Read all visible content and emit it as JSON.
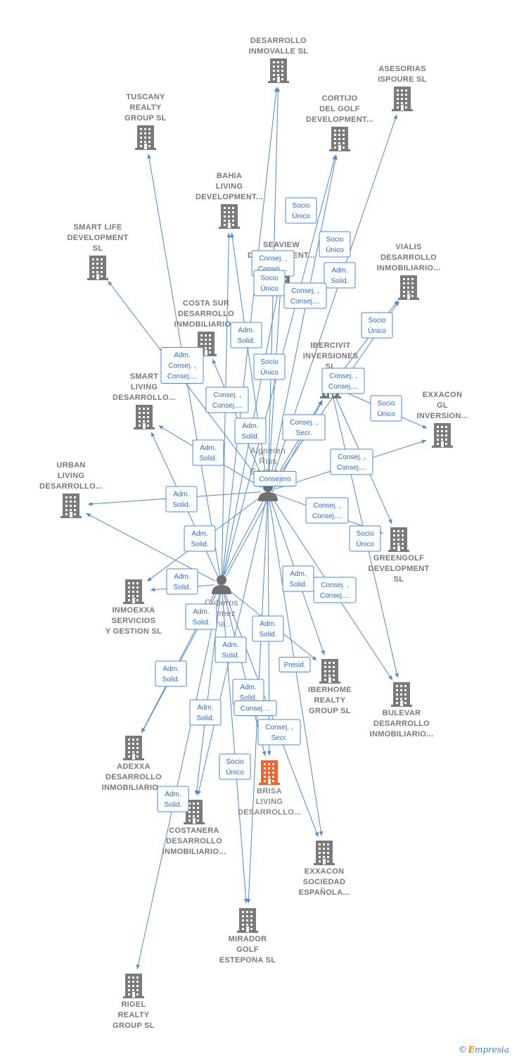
{
  "colors": {
    "edge": "#4a8ad8",
    "company_icon": "#7a7a7a",
    "focus_icon": "#f0622e",
    "person_icon": "#6f6f6f",
    "label": "#777777",
    "rel_text": "#2b6cc8"
  },
  "icons": {
    "company": "building-icon",
    "focus": "building-icon-highlighted",
    "person": "person-icon"
  },
  "nodes": [
    {
      "id": "inmovalle",
      "type": "company",
      "label": [
        "DESARROLLO",
        "INMOVALLE SL"
      ]
    },
    {
      "id": "ispoure",
      "type": "company",
      "label": [
        "ASESORIAS",
        "ISPOURE SL"
      ]
    },
    {
      "id": "tuscany",
      "type": "company",
      "label": [
        "TUSCANY",
        "REALTY",
        "GROUP SL"
      ]
    },
    {
      "id": "cortijo",
      "type": "company",
      "label": [
        "CORTIJO",
        "DEL GOLF",
        "DEVELOPMENT..."
      ]
    },
    {
      "id": "bahia",
      "type": "company",
      "label": [
        "BAHIA",
        "LIVING",
        "DEVELOPMENT..."
      ]
    },
    {
      "id": "smartlife",
      "type": "company",
      "label": [
        "SMART LIFE",
        "DEVELOPMENT",
        "SL"
      ]
    },
    {
      "id": "seaview",
      "type": "company",
      "label": [
        "SEAVIEW",
        "DEVELOPMENT..."
      ]
    },
    {
      "id": "vialis",
      "type": "company",
      "label": [
        "VIALIS",
        "DESARROLLO",
        "INMOBILIARIO..."
      ]
    },
    {
      "id": "costasur",
      "type": "company",
      "label": [
        "COSTA SUR",
        "DESARROLLO",
        "INMOBILIARIO..."
      ]
    },
    {
      "id": "ibercivit",
      "type": "company",
      "label": [
        "IBERCIVIT",
        "INVERSIONES",
        "SL"
      ]
    },
    {
      "id": "smartliving",
      "type": "company",
      "label": [
        "SMART",
        "LIVING",
        "DESARROLLO..."
      ]
    },
    {
      "id": "exxaconGl",
      "type": "company",
      "label": [
        "EXXACON",
        "GL",
        "INVERSION..."
      ]
    },
    {
      "id": "urban",
      "type": "company",
      "label": [
        "URBAN",
        "LIVING",
        "DESARROLLO..."
      ]
    },
    {
      "id": "greengolf",
      "type": "company",
      "label": [
        "GREENGOLF",
        "DEVELOPMENT",
        "SL"
      ]
    },
    {
      "id": "inmoexxa",
      "type": "company",
      "label": [
        "INMOEXXA",
        "SERVICIOS",
        "Y GESTION SL"
      ]
    },
    {
      "id": "iberhome",
      "type": "company",
      "label": [
        "IBERHOME",
        "REALTY",
        "GROUP SL"
      ]
    },
    {
      "id": "bulevar",
      "type": "company",
      "label": [
        "BULEVAR",
        "DESARROLLO",
        "INMOBILIARIO..."
      ]
    },
    {
      "id": "adexxa",
      "type": "company",
      "label": [
        "ADEXXA",
        "DESARROLLO",
        "INMOBILIARIO..."
      ]
    },
    {
      "id": "brisa",
      "type": "focus",
      "label": [
        "BRISA",
        "LIVING",
        "DESARROLLO..."
      ]
    },
    {
      "id": "costanera",
      "type": "company",
      "label": [
        "COSTANERA",
        "DESARROLLO",
        "INMOBILIARIO..."
      ]
    },
    {
      "id": "exxaconSoc",
      "type": "company",
      "label": [
        "EXXACON",
        "SOCIEDAD",
        "ESPAÑOLA..."
      ]
    },
    {
      "id": "mirador",
      "type": "company",
      "label": [
        "MIRADOR",
        "GOLF",
        "ESTEPONA SL"
      ]
    },
    {
      "id": "rigel",
      "type": "company",
      "label": [
        "RIGEL",
        "REALTY",
        "GROUP SL"
      ]
    },
    {
      "id": "aigneren",
      "type": "person",
      "label": [
        "Aigneren",
        "Rios",
        "Gaston..."
      ]
    },
    {
      "id": "cuberos",
      "type": "person",
      "label": [
        "Cuberos",
        "Gomez",
        "Ana..."
      ]
    }
  ],
  "relations": [
    {
      "text": [
        "Socio",
        "Único"
      ]
    },
    {
      "text": [
        "Socio",
        "Único"
      ]
    },
    {
      "text": [
        "Adm.",
        "Solid."
      ]
    },
    {
      "text": [
        "Consej. ,",
        "Consej...."
      ]
    },
    {
      "text": [
        "Socio",
        "Único"
      ]
    },
    {
      "text": [
        "Consej. ,",
        "Consej...."
      ]
    },
    {
      "text": [
        "Socio",
        "Único"
      ]
    },
    {
      "text": [
        "Adm.",
        "Solid."
      ]
    },
    {
      "text": [
        "Adm.",
        "Consej. ,",
        "Consej...."
      ]
    },
    {
      "text": [
        "Socio",
        "Único"
      ]
    },
    {
      "text": [
        "Consej. ,",
        "Consej...."
      ]
    },
    {
      "text": [
        "Socio",
        "Único"
      ]
    },
    {
      "text": [
        "Consej. ,",
        "Consej...."
      ]
    },
    {
      "text": [
        "Adm.",
        "Solid."
      ]
    },
    {
      "text": [
        "Consej. ,",
        "Secr."
      ]
    },
    {
      "text": [
        "Adm.",
        "Solid."
      ]
    },
    {
      "text": [
        "Consej. ,",
        "Consej...."
      ]
    },
    {
      "text": [
        "Consejero"
      ]
    },
    {
      "text": [
        "Adm.",
        "Solid."
      ]
    },
    {
      "text": [
        "Consej. ,",
        "Consej...."
      ]
    },
    {
      "text": [
        "Adm.",
        "Solid."
      ]
    },
    {
      "text": [
        "Socio",
        "Único"
      ]
    },
    {
      "text": [
        "Adm.",
        "Solid."
      ]
    },
    {
      "text": [
        "Adm.",
        "Solid."
      ]
    },
    {
      "text": [
        "Consej. ,",
        "Consej...."
      ]
    },
    {
      "text": [
        "Adm.",
        "Solid."
      ]
    },
    {
      "text": [
        "Adm.",
        "Solid."
      ]
    },
    {
      "text": [
        "Presid."
      ]
    },
    {
      "text": [
        "Adm.",
        "Solid."
      ]
    },
    {
      "text": [
        "Adm.",
        "Solid."
      ]
    },
    {
      "text": [
        "Adm.",
        "Solid."
      ]
    },
    {
      "text": [
        "Consej...."
      ]
    },
    {
      "text": [
        "Adm.",
        "Solid."
      ]
    },
    {
      "text": [
        "Consej. ,",
        "Secr."
      ]
    },
    {
      "text": [
        "Socio",
        "Único"
      ]
    },
    {
      "text": [
        "Adm.",
        "Solid."
      ]
    }
  ],
  "footer": {
    "copyright": "©",
    "brand_initial": "E",
    "brand_rest": "mpresia"
  }
}
